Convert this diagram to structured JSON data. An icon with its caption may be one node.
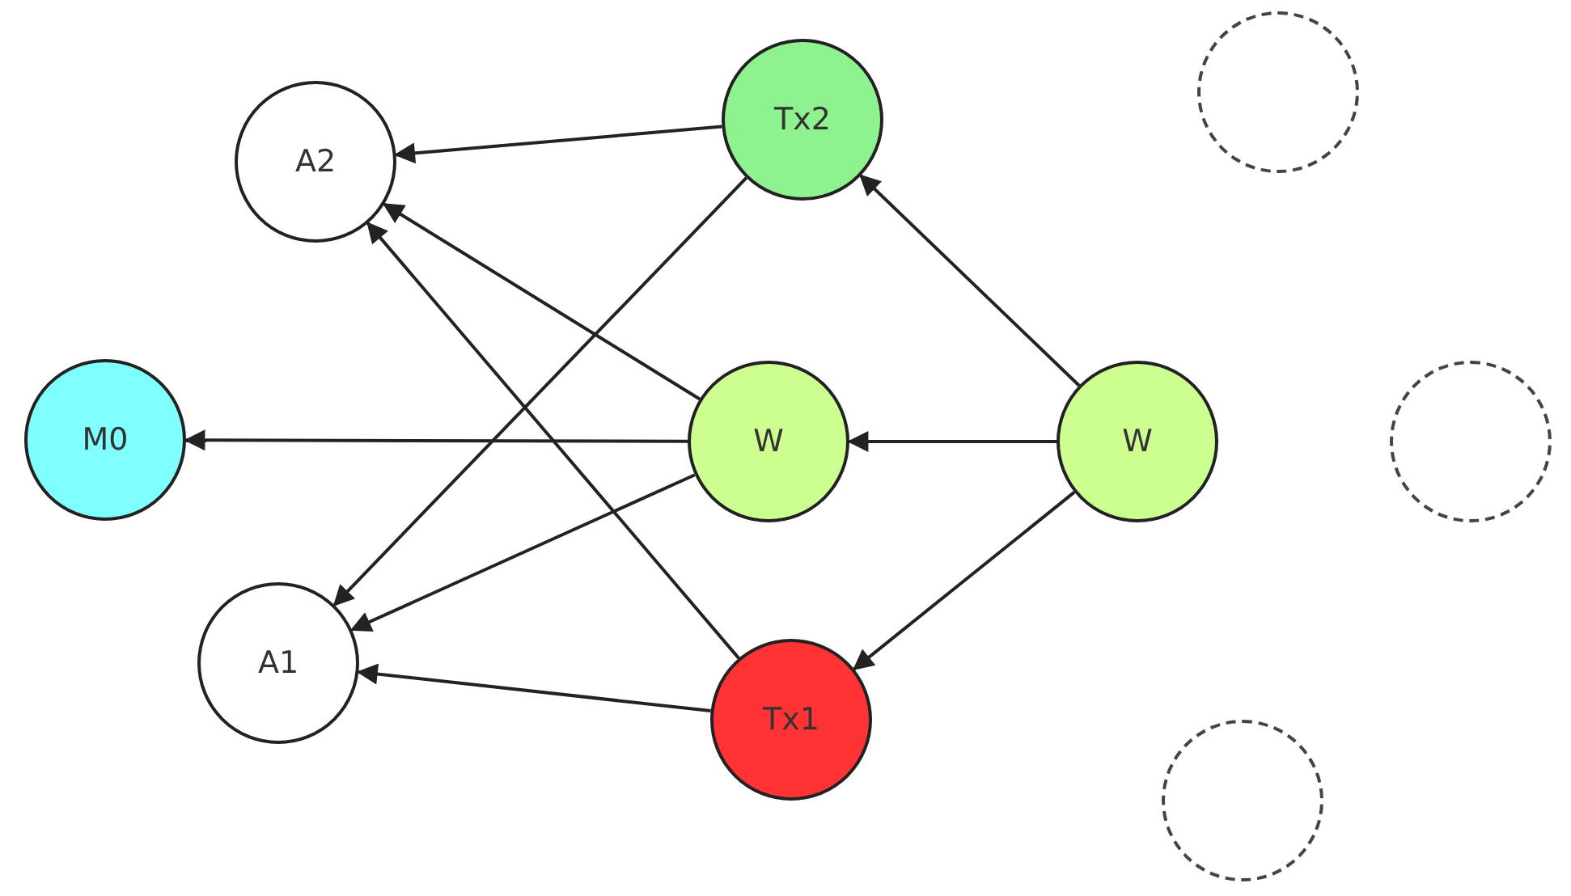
{
  "diagram": {
    "nodes": [
      {
        "text": [
          "A2"
        ]
      },
      {
        "text": [
          "Tx2"
        ]
      },
      {
        "text": [],
        "shape": "circle"
      },
      {
        "text": [
          "M0"
        ]
      },
      {
        "text": [
          "W"
        ]
      },
      {
        "text": [
          "W"
        ]
      },
      {
        "text": [],
        "shape": "circle"
      },
      {
        "text": [
          "A1"
        ]
      },
      {
        "text": [
          "Tx1"
        ]
      },
      {
        "text": [],
        "shape": "circle"
      }
    ],
    "edges": [
      {
        "from": 1,
        "to": 0,
        "arrow": "to"
      },
      {
        "from": 1,
        "to": 7,
        "arrow": "to"
      },
      {
        "from": 4,
        "to": 0,
        "arrow": "to"
      },
      {
        "from": 4,
        "to": 3,
        "arrow": "to"
      },
      {
        "from": 4,
        "to": 7,
        "arrow": "to"
      },
      {
        "from": 8,
        "to": 0,
        "arrow": "to"
      },
      {
        "from": 8,
        "to": 7,
        "arrow": "to"
      },
      {
        "from": 5,
        "to": 1,
        "arrow": "to"
      },
      {
        "from": 5,
        "to": 4,
        "arrow": "to"
      },
      {
        "from": 5,
        "to": 8,
        "arrow": "to"
      }
    ]
  }
}
